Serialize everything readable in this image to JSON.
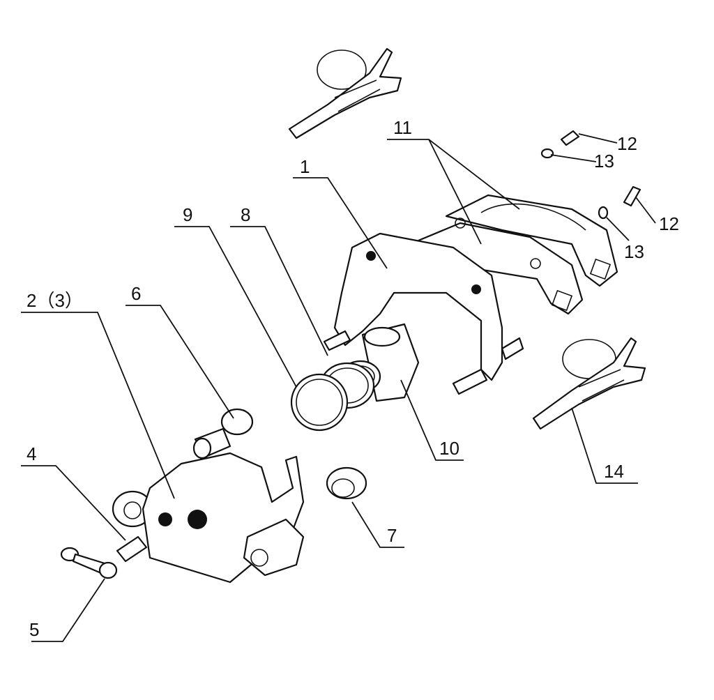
{
  "diagram": {
    "type": "exploded parts diagram",
    "callouts": [
      {
        "id": "c1",
        "label": "1"
      },
      {
        "id": "c2",
        "label": "2（3）"
      },
      {
        "id": "c4",
        "label": "4"
      },
      {
        "id": "c5",
        "label": "5"
      },
      {
        "id": "c6",
        "label": "6"
      },
      {
        "id": "c7",
        "label": "7"
      },
      {
        "id": "c8",
        "label": "8"
      },
      {
        "id": "c9",
        "label": "9"
      },
      {
        "id": "c10",
        "label": "10"
      },
      {
        "id": "c11",
        "label": "11"
      },
      {
        "id": "c12a",
        "label": "12"
      },
      {
        "id": "c12b",
        "label": "12"
      },
      {
        "id": "c13a",
        "label": "13"
      },
      {
        "id": "c13b",
        "label": "13"
      },
      {
        "id": "c14",
        "label": "14"
      }
    ]
  }
}
